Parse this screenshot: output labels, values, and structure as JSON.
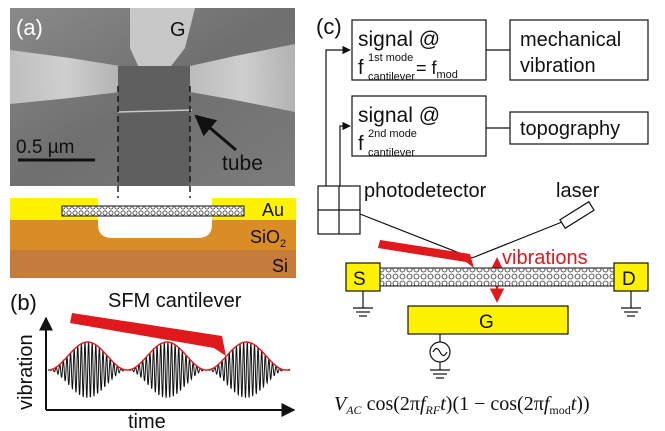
{
  "panel_a": {
    "label": "(a)",
    "gate_label": "G",
    "scale_bar": "0.5 µm",
    "tube_label": "tube",
    "layers": [
      {
        "name": "Au",
        "color": "#FFF200"
      },
      {
        "name": "SiO2",
        "color": "#D98D24"
      },
      {
        "name": "Si",
        "color": "#C57B3B"
      }
    ]
  },
  "panel_b": {
    "label": "(b)",
    "cantilever_label": "SFM cantilever",
    "ylabel": "vibration",
    "xlabel": "time",
    "envelope_color": "#E0191C"
  },
  "panel_c": {
    "label": "(c)",
    "box1": {
      "title": "signal @",
      "sym": "f",
      "sup": "1st mode",
      "sub": "cantilever",
      "eq": " = f",
      "eq_sub": "mod"
    },
    "box1_out": "mechanical vibration",
    "box1_out_lines": [
      "mechanical",
      "vibration"
    ],
    "box2": {
      "title": "signal @",
      "sym": "f",
      "sup": "2nd mode",
      "sub": "cantilever"
    },
    "box2_out": "topography",
    "photodetector": "photodetector",
    "laser": "laser",
    "vibrations": "vibrations",
    "source": "S",
    "drain": "D",
    "gate": "G",
    "formula": "V_AC cos(2πf_RF t)(1 − cos(2πf_mod t))",
    "accent_color": "#E0191C",
    "electrode_color": "#FFF200"
  }
}
